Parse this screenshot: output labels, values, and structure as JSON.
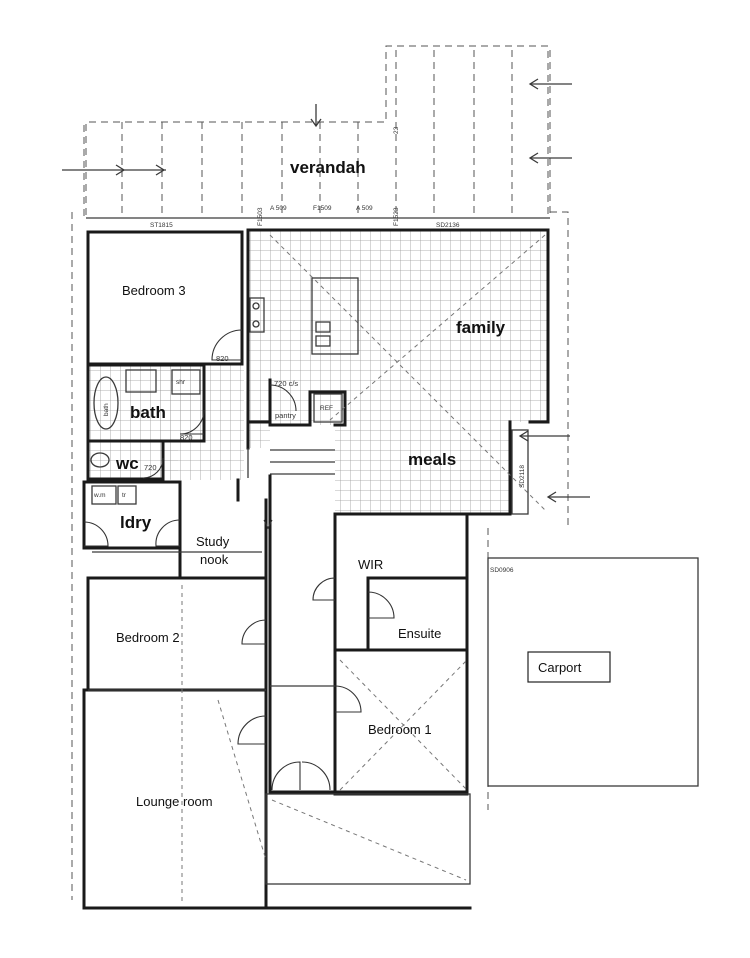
{
  "rooms": {
    "verandah": "verandah",
    "family": "family",
    "meals": "meals",
    "bedroom3": "Bedroom 3",
    "bath": "bath",
    "wc": "wc",
    "ldry": "ldry",
    "study": "Study\nnook",
    "bedroom2": "Bedroom 2",
    "lounge": "Lounge room",
    "wir": "WIR",
    "ensuite": "Ensuite",
    "bedroom1": "Bedroom 1",
    "carport": "Carport",
    "pantry": "pantry"
  },
  "dims": {
    "d820a": "820",
    "d820b": "820",
    "d720a": "720",
    "d720b": "720 c/s",
    "st1815": "ST1815",
    "f1503": "F1503",
    "a509a": "A 509",
    "f1509": "F1509",
    "a509b": "A 509",
    "f1523": "F1523",
    "sd2136": "SD2136",
    "sd2118": "SD2118",
    "sd0906": "SD0906",
    "c23": "23"
  },
  "fixtures": {
    "bath_tub": "bath",
    "shr": "shr",
    "ref": "REF",
    "wm": "w.m",
    "tr": "tr"
  }
}
